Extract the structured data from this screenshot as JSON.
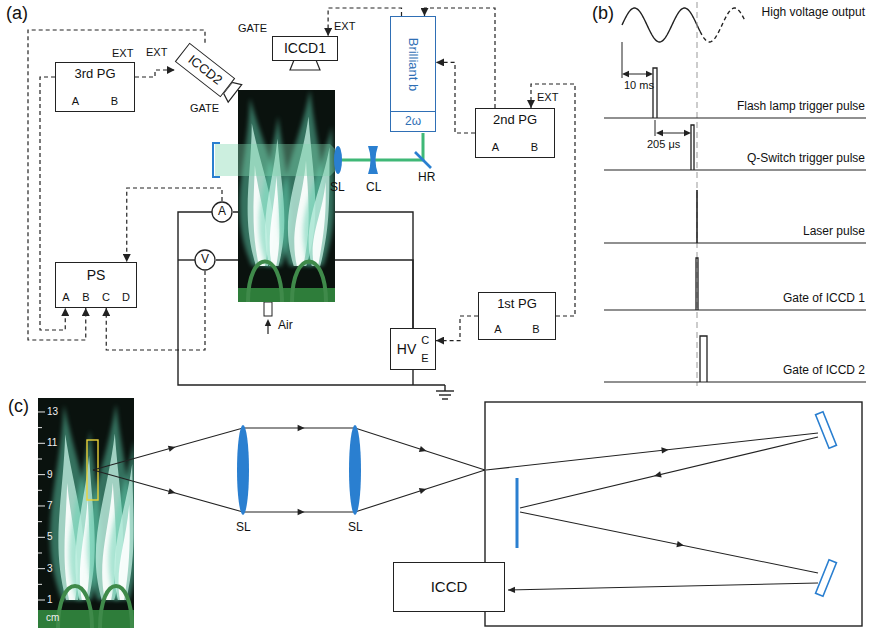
{
  "diagram": {
    "nodes": [
      {
        "text": [
          "ICCD1"
        ]
      },
      {
        "text": [
          "ICCD2"
        ]
      },
      {
        "text": [
          "Brilliant b"
        ]
      },
      {
        "text": [
          "2ω"
        ],
        "in": 2
      },
      {
        "text": [
          "3rd PG",
          "A",
          "B"
        ]
      },
      {
        "text": [
          "2nd PG",
          "A",
          "B"
        ]
      },
      {
        "text": [
          "A"
        ]
      },
      {
        "text": [
          "PS",
          "A",
          "B",
          "C",
          "D"
        ]
      },
      {
        "text": [
          "V"
        ]
      },
      {
        "text": [
          "1st PG",
          "A",
          "B"
        ]
      },
      {
        "text": [
          "HV",
          "C",
          "E"
        ]
      },
      {
        "text": [
          "ICCD"
        ]
      }
    ],
    "edges": [
      {
        "from": 4,
        "to": 7,
        "arrow": "to"
      },
      {
        "from": 1,
        "to": 7,
        "arrow": "to"
      },
      {
        "from": 6,
        "to": 7,
        "arrow": "to"
      },
      {
        "from": 8,
        "to": 7,
        "arrow": "to"
      },
      {
        "from": 9,
        "to": 10,
        "arrow": "to"
      },
      {
        "from": 9,
        "to": 5,
        "arrow": "to"
      },
      {
        "from": 5,
        "to": 2,
        "arrow": "to"
      },
      {
        "from": 5,
        "to": 2,
        "arrow": "to"
      },
      {
        "from": 2,
        "to": 0,
        "arrow": "to"
      },
      {
        "from": 4,
        "to": 1,
        "arrow": "to"
      },
      {
        "from": 10,
        "to": 6,
        "arrow": "none"
      },
      {
        "from": 8,
        "to": 10,
        "arrow": "none"
      }
    ],
    "labels": [
      "(a)",
      "GATE",
      "EXT",
      "EXT",
      "GATE",
      "EXT",
      "EXT",
      "SL",
      "CL",
      "HR",
      "Air",
      "(b)",
      "10 ms",
      "205 μs",
      "High voltage output",
      "Flash lamp trigger pulse",
      "Q-Switch trigger pulse",
      "Laser pulse",
      "Gate of ICCD 1",
      "Gate of ICCD 2",
      "(c)",
      "13",
      "11",
      "9",
      "7",
      "5",
      "3",
      "1",
      "cm",
      "SL",
      "SL"
    ]
  }
}
